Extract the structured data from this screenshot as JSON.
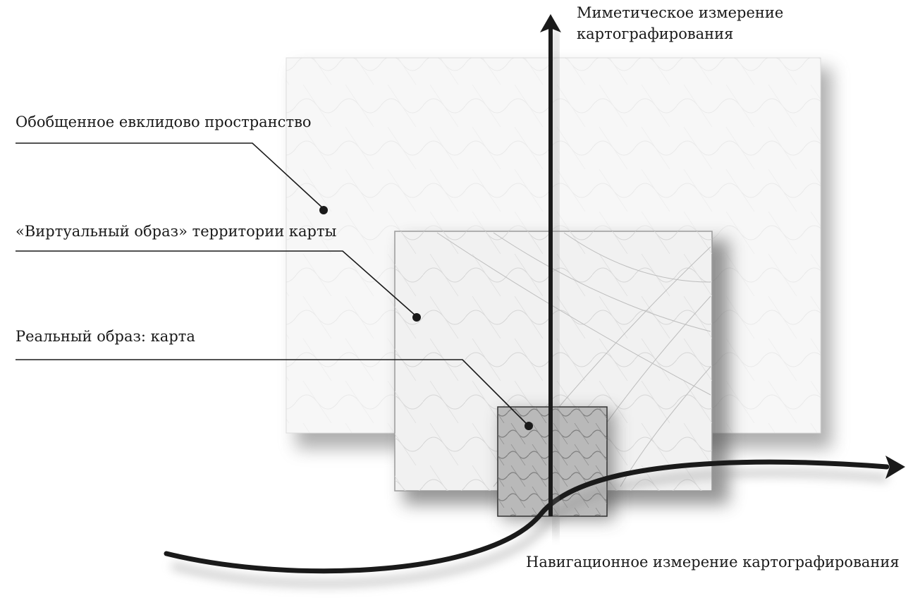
{
  "labels": {
    "euclidean_space": "Обобщенное евклидово пространство",
    "virtual_image": "«Виртуальный образ» территории карты",
    "real_image": "Реальный образ: карта",
    "mimetic_line1": "Миметическое измерение",
    "mimetic_line2": "картографирования",
    "navigation": "Навигационное измерение картографирования"
  },
  "colors": {
    "line": "#1a1a1a",
    "outer_panel": "#f7f7f7",
    "middle_panel": "#f1f1f1",
    "map_panel": "#b9b9b9",
    "shadow": "#6f6f6f"
  }
}
